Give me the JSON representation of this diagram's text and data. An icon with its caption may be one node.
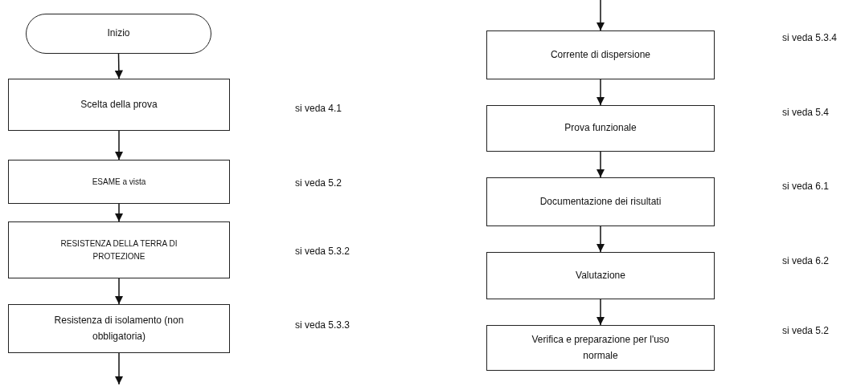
{
  "diagram": {
    "nodes": [
      {
        "text": [
          "Inizio"
        ]
      },
      {
        "text": [
          "Scelta della prova"
        ]
      },
      {
        "text": [
          "ESAME a vista"
        ]
      },
      {
        "text": [
          "RESISTENZA DELLA TERRA DI PROTEZIONE"
        ]
      },
      {
        "text": [
          "Resistenza di isolamento (non obbligatoria)"
        ]
      },
      {
        "text": [
          "Corrente di dispersione"
        ]
      },
      {
        "text": [
          "Prova funzionale"
        ]
      },
      {
        "text": [
          "Documentazione dei risultati"
        ]
      },
      {
        "text": [
          "Valutazione"
        ]
      },
      {
        "text": [
          "Verifica e preparazione per l'uso normale"
        ]
      }
    ],
    "edges": [
      {
        "from": 0,
        "to": 1,
        "arrow": "to"
      },
      {
        "from": 1,
        "to": 2,
        "arrow": "to"
      },
      {
        "from": 2,
        "to": 3,
        "arrow": "to"
      },
      {
        "from": 3,
        "to": 4,
        "arrow": "to"
      },
      {
        "from": 4,
        "to": null,
        "arrow": "to"
      },
      {
        "from": null,
        "to": 5,
        "arrow": "to"
      },
      {
        "from": 5,
        "to": 6,
        "arrow": "to"
      },
      {
        "from": 6,
        "to": 7,
        "arrow": "to"
      },
      {
        "from": 7,
        "to": 8,
        "arrow": "to"
      },
      {
        "from": 8,
        "to": 9,
        "arrow": "to"
      }
    ],
    "labels": [
      "si veda 4.1",
      "si veda 5.2",
      "si veda 5.3.2",
      "si veda 5.3.3",
      "si veda 5.3.4",
      "si veda 5.4",
      "si veda 6.1",
      "si veda 6.2",
      "si veda 5.2"
    ]
  }
}
